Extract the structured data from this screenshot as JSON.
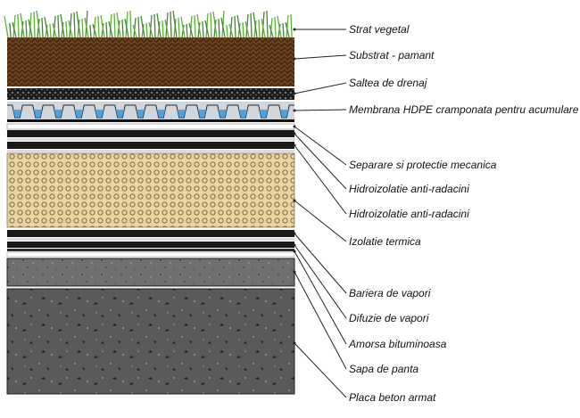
{
  "diagram": {
    "labels": [
      "Strat vegetal",
      "Substrat - pamant",
      "Saltea de drenaj",
      "Membrana HDPE cramponata pentru acumulare hidrica",
      "Separare si protectie mecanica",
      "Hidroizolatie anti-radacini",
      "Hidroizolatie anti-radacini",
      "Izolatie termica",
      "Bariera de vapori",
      "Difuzie de vapori",
      "Amorsa bituminoasa",
      "Sapa de panta",
      "Placa beton armat"
    ]
  },
  "colors": {
    "grass": "#5fae3c",
    "substrate": "#4a2a12",
    "drainage": "#1c1c1c",
    "membrane": "#cfd6de",
    "water": "#4da3e0",
    "membrane_dark": "#111111",
    "insulation": "#e9d4a3",
    "screed": "#6f6f6f",
    "concrete": "#5a5a5a",
    "leader": "#222222"
  }
}
